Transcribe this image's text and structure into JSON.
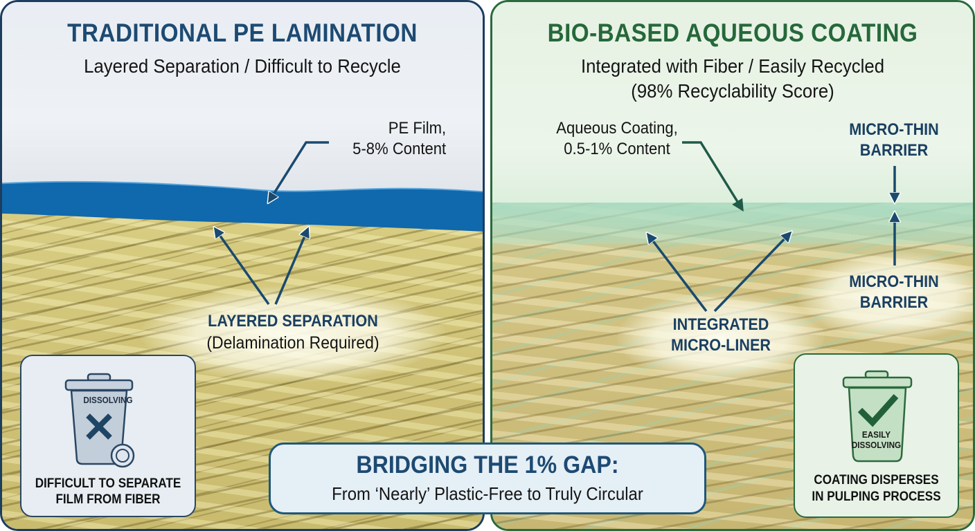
{
  "left_panel": {
    "title": "TRADITIONAL PE LAMINATION",
    "subtitle": "Layered Separation / Difficult to Recycle",
    "pe_film_label_line1": "PE Film,",
    "pe_film_label_line2": "5-8% Content",
    "separation_label": "LAYERED SEPARATION",
    "separation_sublabel": "(Delamination Required)",
    "info_box": {
      "bin_label": "DISSOLVING",
      "bin_icon": "trash-bin-x-icon",
      "text_line1": "DIFFICULT TO SEPARATE",
      "text_line2": "FILM FROM FIBER"
    },
    "accent_color": "#1d4a72",
    "film_color": "#1068ad"
  },
  "right_panel": {
    "title": "BIO-BASED AQUEOUS COATING",
    "subtitle_line1": "Integrated with Fiber / Easily Recycled",
    "subtitle_line2": "(98% Recyclability Score)",
    "coating_label_line1": "Aqueous Coating,",
    "coating_label_line2": "0.5-1% Content",
    "barrier_top_line1": "MICRO-THIN",
    "barrier_top_line2": "BARRIER",
    "barrier_bottom_line1": "MICRO-THIN",
    "barrier_bottom_line2": "BARRIER",
    "liner_label_line1": "INTEGRATED",
    "liner_label_line2": "MICRO-LINER",
    "info_box": {
      "bin_label_line1": "EASILY",
      "bin_label_line2": "DISSOLVING",
      "bin_icon": "trash-bin-check-icon",
      "text_line1": "COATING DISPERSES",
      "text_line2": "IN PULPING PROCESS"
    },
    "accent_color": "#26683a"
  },
  "banner": {
    "title": "BRIDGING THE 1% GAP:",
    "subtitle": "From ‘Nearly’ Plastic-Free to Truly Circular"
  }
}
